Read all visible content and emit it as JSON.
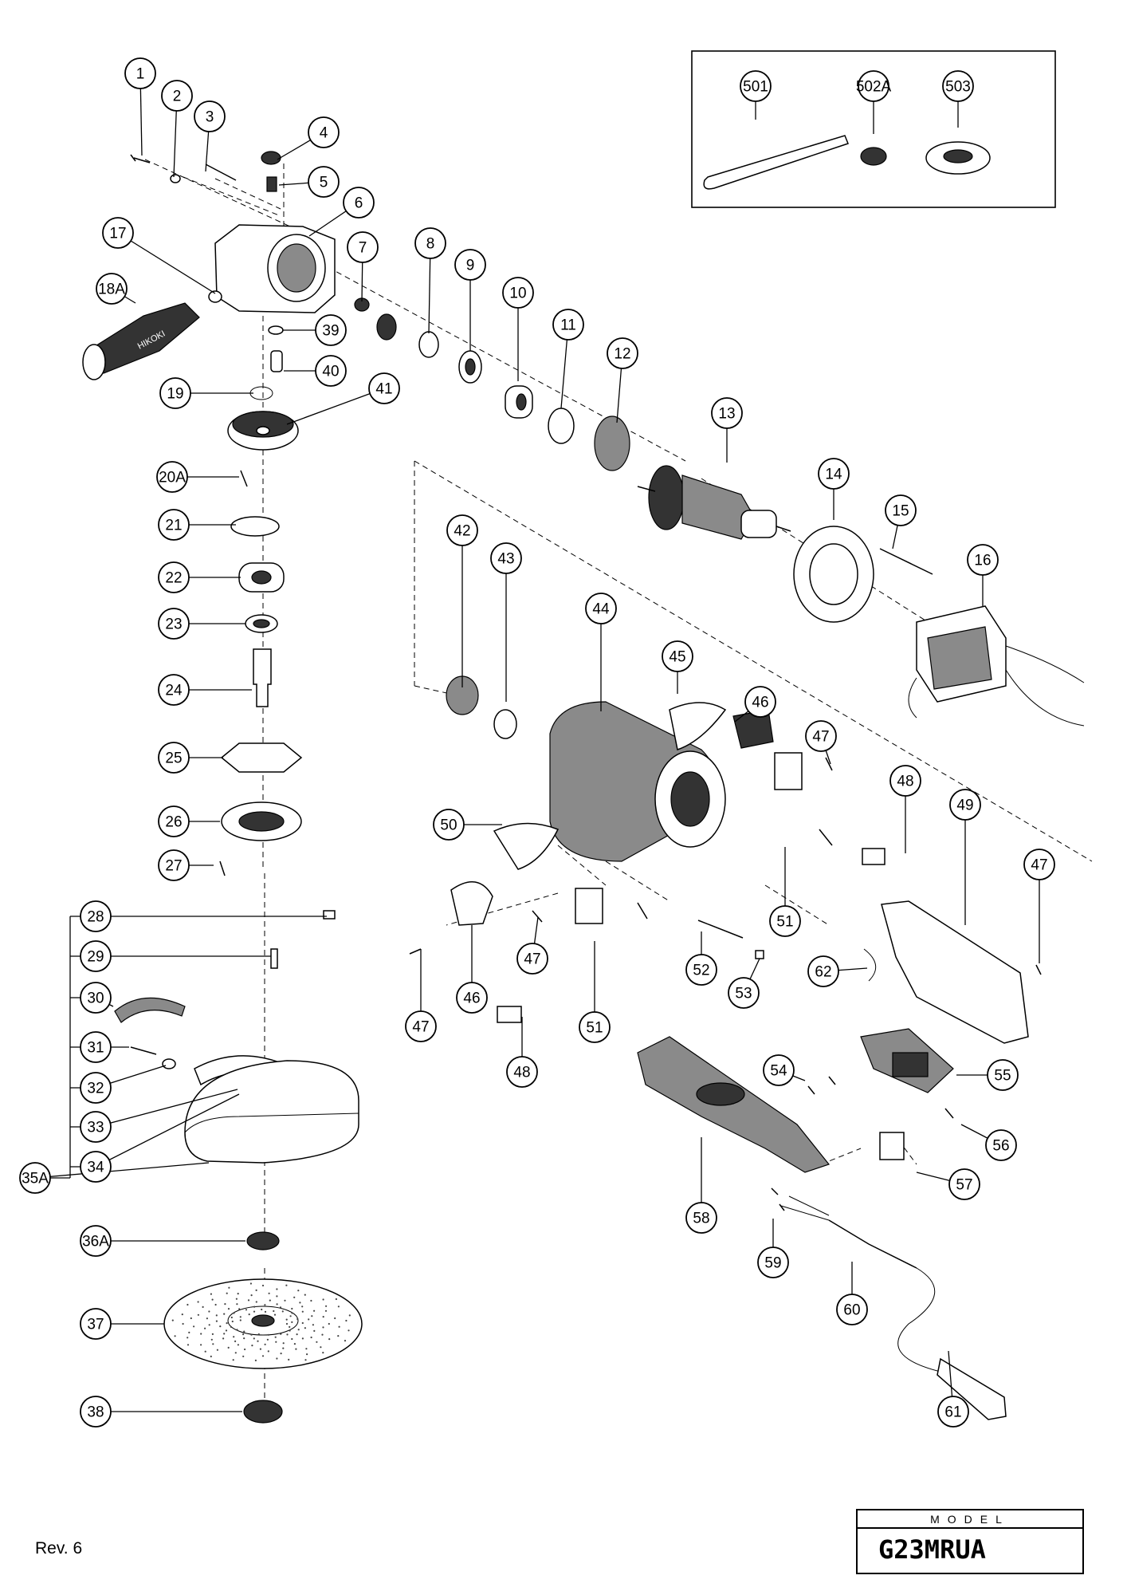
{
  "revision": "Rev. 6",
  "model_caption": "MODEL",
  "model_name": "G23MRUA",
  "accessory_part_numbers": [
    "501",
    "502A",
    "503"
  ],
  "part_numbers": [
    "1",
    "2",
    "3",
    "4",
    "5",
    "6",
    "7",
    "8",
    "9",
    "10",
    "11",
    "12",
    "13",
    "14",
    "15",
    "16",
    "17",
    "18A",
    "19",
    "20A",
    "21",
    "22",
    "23",
    "24",
    "25",
    "26",
    "27",
    "28",
    "29",
    "30",
    "31",
    "32",
    "33",
    "34",
    "35A",
    "36A",
    "37",
    "38",
    "39",
    "40",
    "41",
    "42",
    "43",
    "44",
    "45",
    "46",
    "47",
    "48",
    "49",
    "50",
    "51",
    "52",
    "53",
    "54",
    "55",
    "56",
    "57",
    "58",
    "59",
    "60",
    "61",
    "62"
  ],
  "handle_brand_mark": "HIKOKI"
}
